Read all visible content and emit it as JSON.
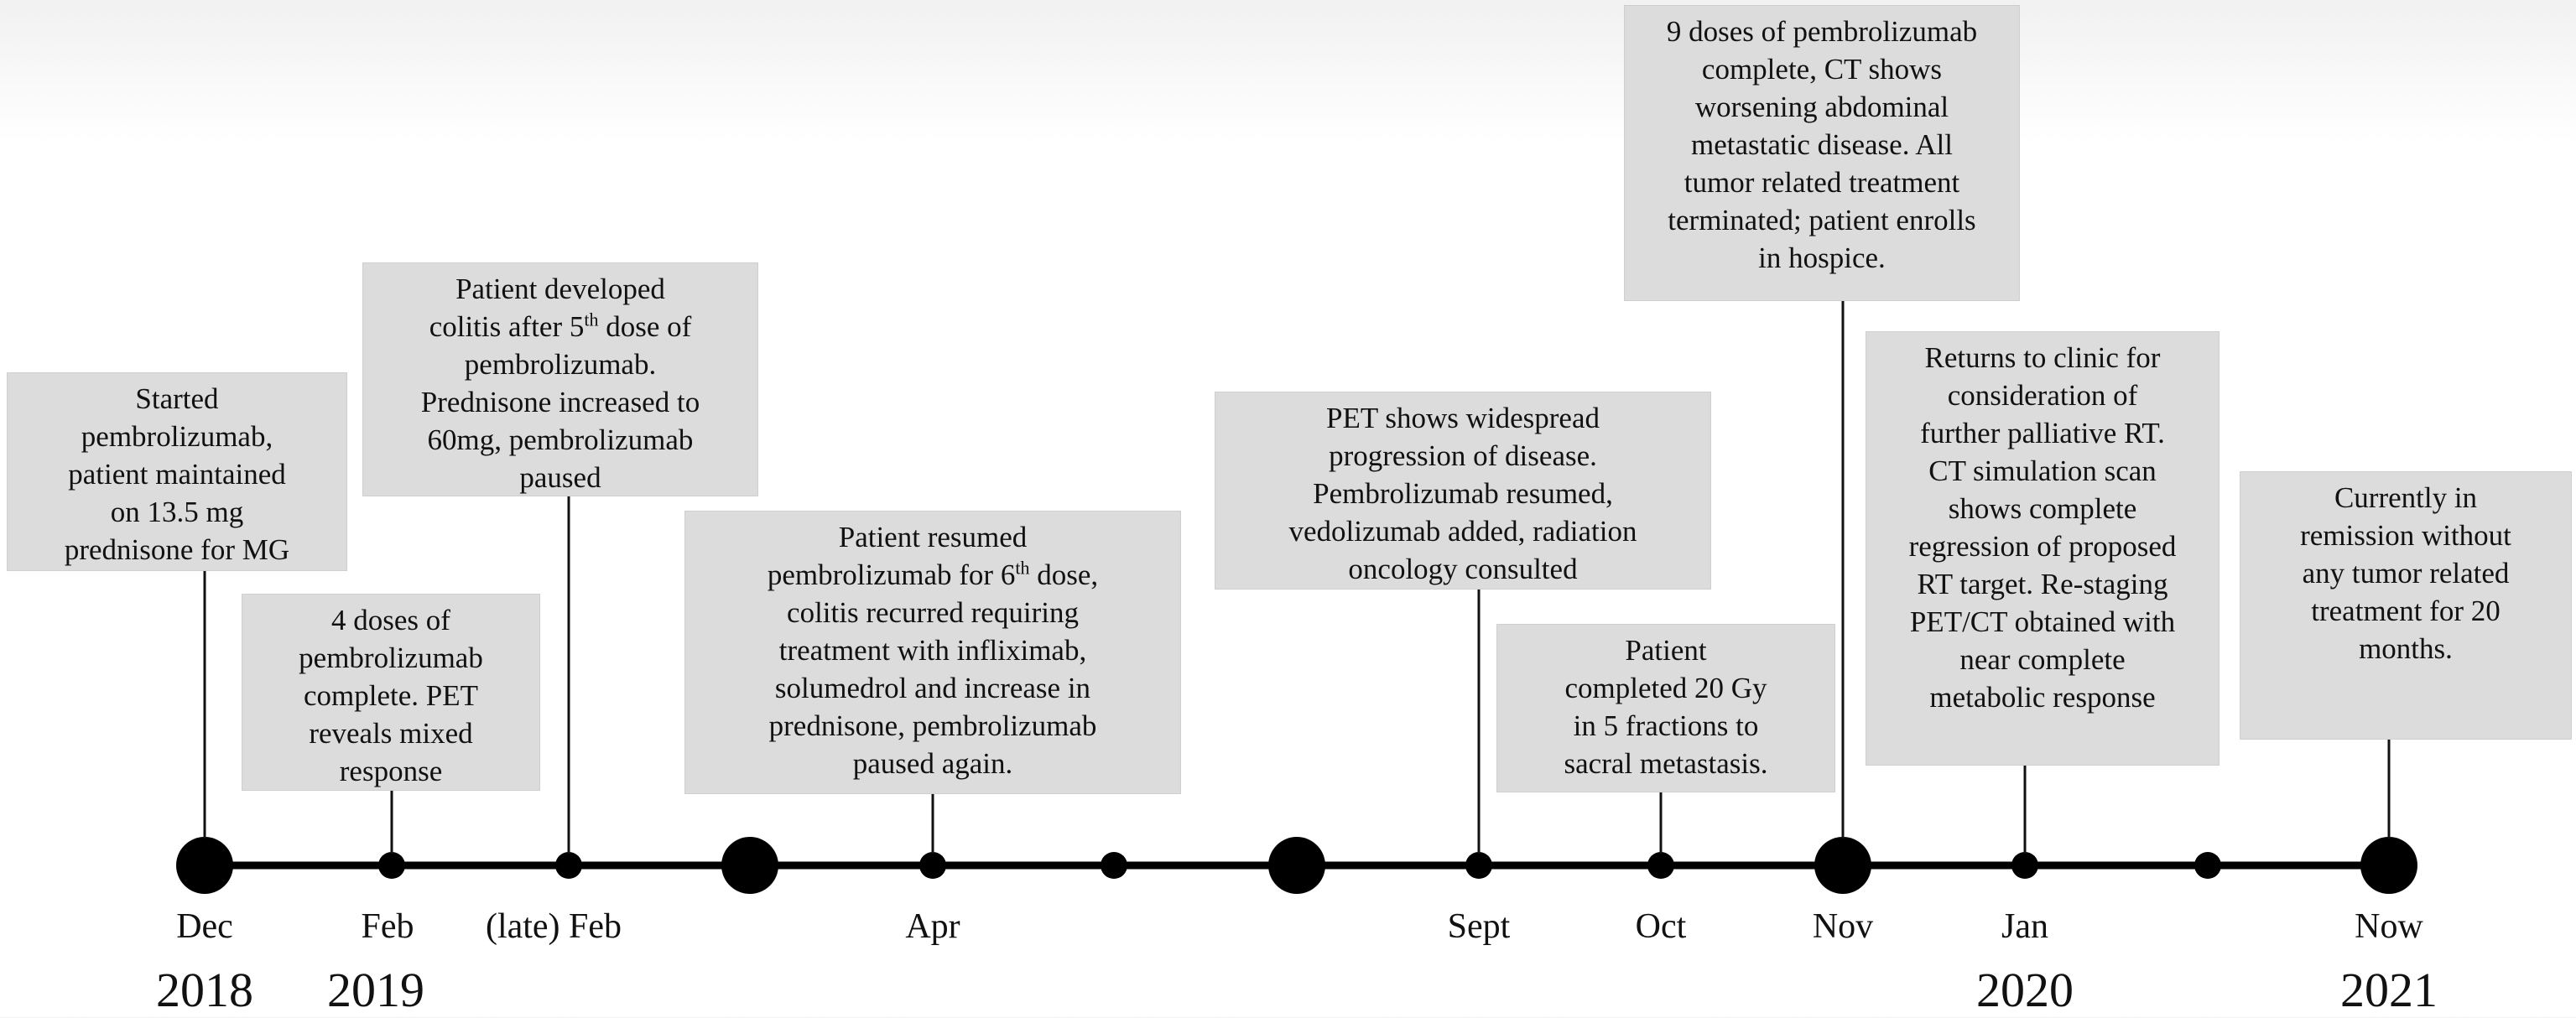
{
  "events": [
    {
      "id": "e1",
      "text": "Started pembrolizumab, patient maintained on 13.5 mg prednisone for MG",
      "lines": [
        "Started",
        "pembrolizumab,",
        "patient maintained",
        "on 13.5 mg",
        "prednisone for MG"
      ]
    },
    {
      "id": "e2",
      "text": "4 doses of pembrolizumab complete. PET reveals mixed response",
      "lines": [
        "4 doses of",
        "pembrolizumab",
        "complete. PET",
        "reveals mixed",
        "response"
      ]
    },
    {
      "id": "e3",
      "text": "Patient developed colitis after 5th dose of pembrolizumab. Prednisone increased to 60mg, pembrolizumab paused",
      "lines": [
        "Patient developed",
        "colitis after 5<sup>th</sup> dose of",
        "pembrolizumab.",
        "Prednisone increased to",
        "60mg, pembrolizumab",
        "paused"
      ]
    },
    {
      "id": "e4",
      "text": "Patient resumed pembrolizumab for 6th dose, colitis recurred requiring treatment with infliximab, solumedrol and increase in prednisone, pembrolizumab paused again.",
      "lines": [
        "Patient resumed",
        "pembrolizumab for 6<sup>th</sup> dose,",
        "colitis recurred requiring",
        "treatment with infliximab,",
        "solumedrol and increase in",
        "prednisone, pembrolizumab",
        "paused again."
      ]
    },
    {
      "id": "e5",
      "text": "PET shows widespread progression of disease. Pembrolizumab resumed, vedolizumab added, radiation oncology consulted",
      "lines": [
        "PET shows widespread",
        "progression of disease.",
        "Pembrolizumab resumed,",
        "vedolizumab added, radiation",
        "oncology consulted"
      ]
    },
    {
      "id": "e6",
      "text": "Patient completed 20 Gy in 5 fractions to sacral metastasis.",
      "lines": [
        "Patient",
        "completed 20 Gy",
        "in 5 fractions to",
        "sacral metastasis."
      ]
    },
    {
      "id": "e7",
      "text": "9 doses of pembrolizumab complete, CT shows worsening abdominal metastatic disease. All tumor related treatment terminated; patient enrolls in hospice.",
      "lines": [
        "9 doses of pembrolizumab",
        "complete, CT shows",
        "worsening abdominal",
        "metastatic disease. All",
        "tumor related treatment",
        "terminated; patient enrolls",
        "in hospice."
      ]
    },
    {
      "id": "e8",
      "text": "Returns to clinic for consideration of further palliative RT. CT simulation scan shows complete regression of proposed RT target. Re-staging PET/CT obtained with near complete metabolic response",
      "lines": [
        "Returns to clinic for",
        "consideration of",
        "further palliative RT.",
        "CT simulation scan",
        "shows complete",
        "regression of proposed",
        "RT target. Re-staging",
        "PET/CT obtained with",
        "near complete",
        "metabolic response"
      ]
    },
    {
      "id": "e9",
      "text": "Currently in remission without any tumor related treatment for 20 months.",
      "lines": [
        "Currently in",
        "remission without",
        "any tumor related",
        "treatment for 20",
        "months."
      ]
    }
  ],
  "month_labels": [
    "Dec",
    "Feb",
    "(late) Feb",
    "Apr",
    "Sept",
    "Oct",
    "Nov",
    "Jan",
    "Now"
  ],
  "year_labels": [
    "2018",
    "2019",
    "2020",
    "2021"
  ],
  "colors": {
    "box_fill": "#dcdcdc",
    "line": "#000000",
    "text": "#111111"
  }
}
